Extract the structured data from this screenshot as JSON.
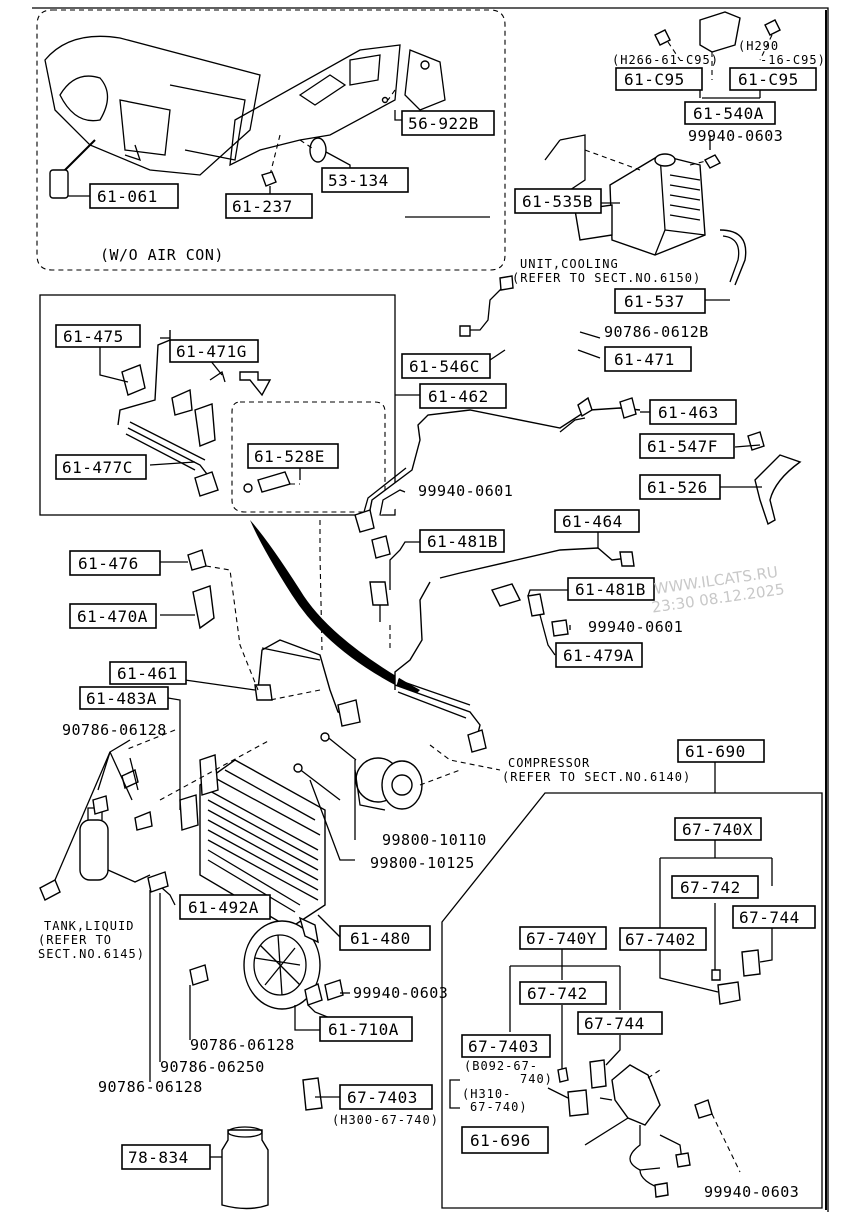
{
  "parts": {
    "p61_c95_a": "61-C95",
    "p61_c95_b": "61-C95",
    "p61_540a": "61-540A",
    "p99940_0603_top": "99940-0603",
    "p61_535b": "61-535B",
    "p61_537": "61-537",
    "p90786_0612b_top": "90786-0612B",
    "p61_471": "61-471",
    "p61_546c": "61-546C",
    "p61_462": "61-462",
    "p61_463": "61-463",
    "p61_547f": "61-547F",
    "p61_526": "61-526",
    "p61_475": "61-475",
    "p61_471g": "61-471G",
    "p61_477c": "61-477C",
    "p61_528e": "61-528E",
    "p99940_0601_a": "99940-0601",
    "p61_481b_a": "61-481B",
    "p61_464": "61-464",
    "p61_481b_b": "61-481B",
    "p99940_0601_b": "99940-0601",
    "p61_479a": "61-479A",
    "p61_476": "61-476",
    "p61_470a": "61-470A",
    "p61_461": "61-461",
    "p61_483a": "61-483A",
    "p90786_06128_a": "90786-06128",
    "p61_690": "61-690",
    "p67_740x": "67-740X",
    "p67_742_a": "67-742",
    "p67_744_a": "67-744",
    "p67_7402": "67-7402",
    "p99800_10110": "99800-10110",
    "p99800_10125": "99800-10125",
    "p61_492a": "61-492A",
    "p61_480": "61-480",
    "p67_740y": "67-740Y",
    "p67_742_b": "67-742",
    "p67_744_b": "67-744",
    "p99940_0603_mid": "99940-0603",
    "p61_710a": "61-710A",
    "p90786_06128_b": "90786-06128",
    "p90786_06250": "90786-06250",
    "p90786_06128_c": "90786-06128",
    "p67_7403_a": "67-7403",
    "p67_7403_b": "67-7403",
    "p78_834": "78-834",
    "p61_696": "61-696",
    "p99940_0603_bot": "99940-0603",
    "p56_922b": "56-922B",
    "p53_134": "53-134",
    "p61_061": "61-061",
    "p61_237": "61-237"
  },
  "notes": {
    "h266": "(H266-61-C95)",
    "h290_a": "(H290",
    "h290_b": "-16-C95)",
    "unit_cooling_a": "UNIT,COOLING",
    "unit_cooling_b": "(REFER TO SECT.NO.6150)",
    "wo_air_con": "(W/O AIR CON)",
    "compressor_a": "COMPRESSOR",
    "compressor_b": "(REFER TO SECT.NO.6140)",
    "tank_a": "TANK,LIQUID",
    "tank_b": "(REFER TO",
    "tank_c": "SECT.NO.6145)",
    "b092_a": "(B092-67-",
    "b092_b": "740)",
    "h310_a": "(H310-",
    "h310_b": "67-740)",
    "h300": "(H300-67-740)"
  },
  "watermark": {
    "site": "WWW.ILCATS.RU",
    "timestamp": "23:30 08.12.2025"
  }
}
